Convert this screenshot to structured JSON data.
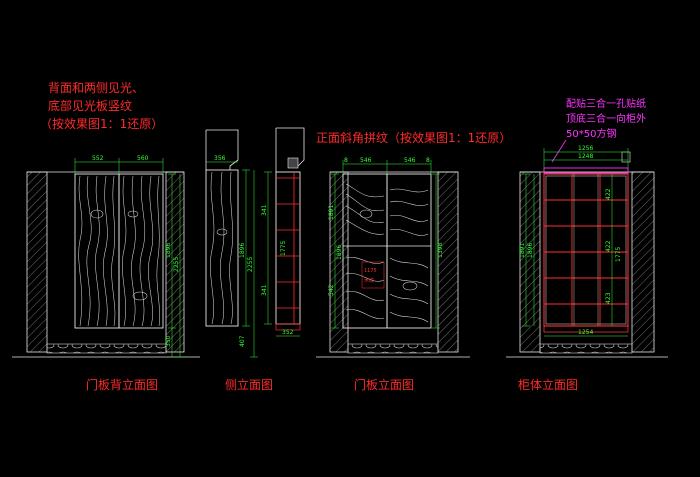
{
  "notes": {
    "back_line1": "背面和两侧见光、",
    "back_line2": "底部见光板竖纹",
    "back_line3": "（按效果图1：1还原）",
    "front_line": "正面斜角拼纹（按效果图1：1还原）",
    "cab_line1": "配贴三合一孔贴纸",
    "cab_line2": "顶底三合一向柜外",
    "cab_line3": "50*50方钢"
  },
  "titles": {
    "back": "门板背立面图",
    "side": "侧立面图",
    "front": "门板立面图",
    "cabinet": "柜体立面图"
  },
  "dims": {
    "back_top_left": "552",
    "back_top_right": "560",
    "back_height": "1896",
    "back_total": "2255",
    "back_bottom": "350",
    "side_top": "356",
    "side_height": "1896",
    "side_total": "2255",
    "side_bottom": "407",
    "side2_a": "341",
    "side2_b": "1775",
    "side2_c": "341",
    "side2_bottom": "352",
    "front_a": "8",
    "front_b": "546",
    "front_c": "546",
    "front_d": "8",
    "front_h1": "1891",
    "front_h2": "1896",
    "front_h3": "542",
    "front_h4": "1398",
    "front_red1": "1175",
    "front_red2": "木纹",
    "cab_top": "1256",
    "cab_top2": "1248",
    "cab_h1": "1891",
    "cab_h2": "1896",
    "cab_bottom": "1254",
    "cab_r1": "422",
    "cab_r2": "422",
    "cab_r3": "423",
    "cab_r4": "1775"
  },
  "colors": {
    "background": "#000000",
    "line_white": "#e8e8e8",
    "line_green": "#33ff33",
    "line_red": "#ff3030",
    "line_magenta": "#ff33ff",
    "line_yellow": "#ffff33"
  }
}
